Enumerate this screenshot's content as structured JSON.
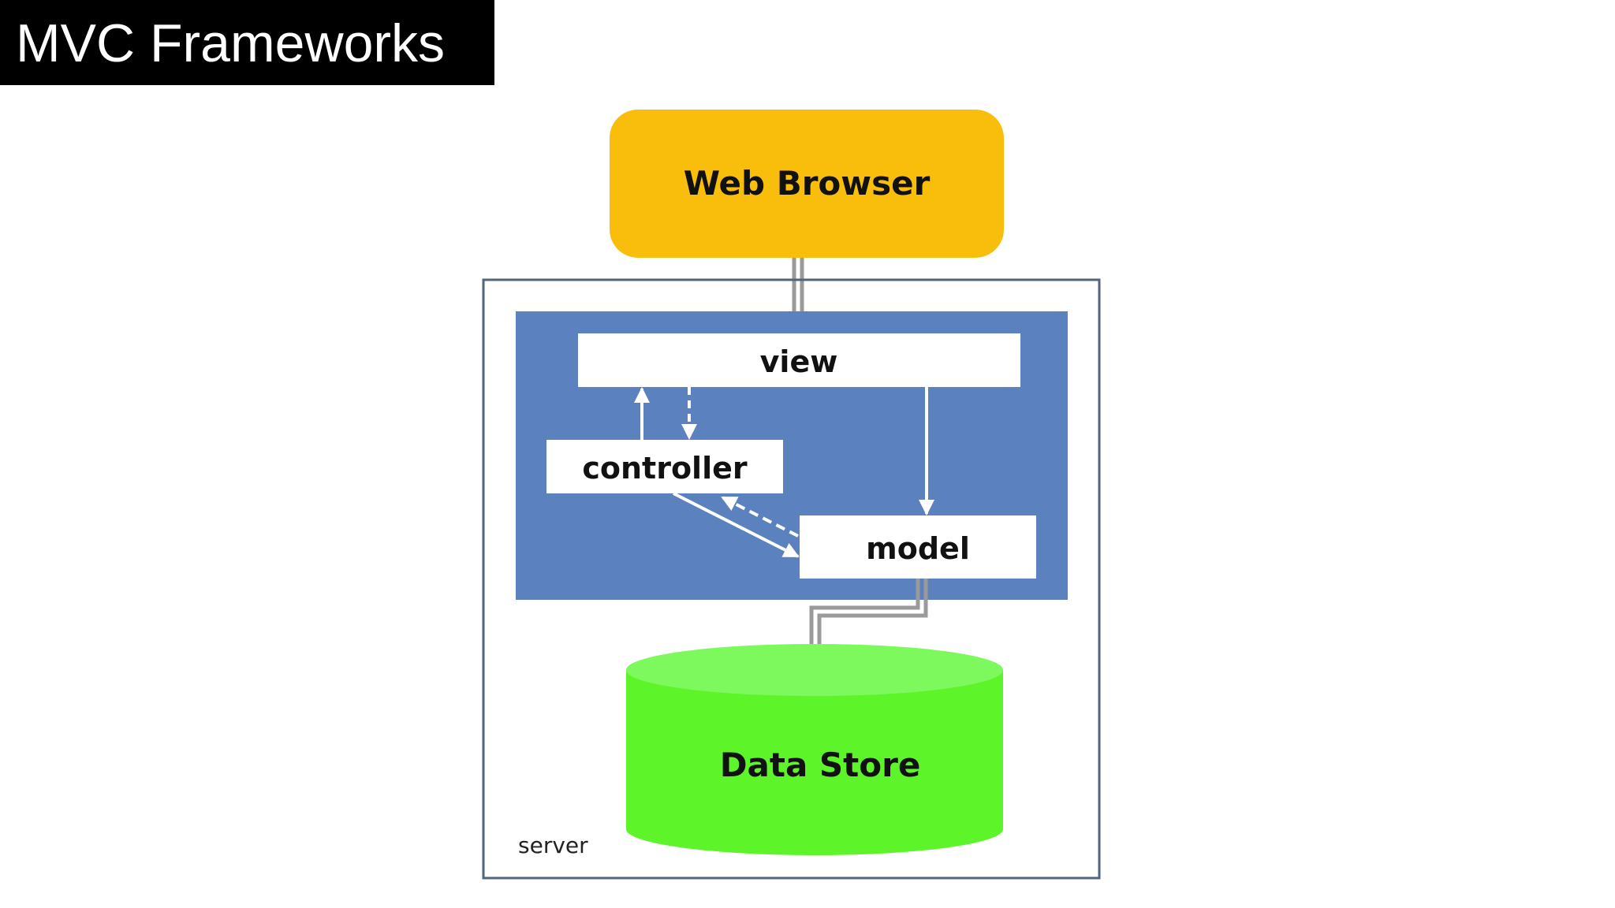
{
  "slide": {
    "title": "MVC Frameworks"
  },
  "diagram": {
    "web_browser": "Web Browser",
    "view": "view",
    "controller": "controller",
    "model": "model",
    "data_store": "Data Store",
    "server": "server"
  },
  "colors": {
    "title_bar": "#000000",
    "browser_fill": "#F9BE0C",
    "mvc_panel": "#5B82BE",
    "server_border": "#52657F",
    "datastore_body": "#5DF42A",
    "datastore_top": "#7DF95E"
  }
}
